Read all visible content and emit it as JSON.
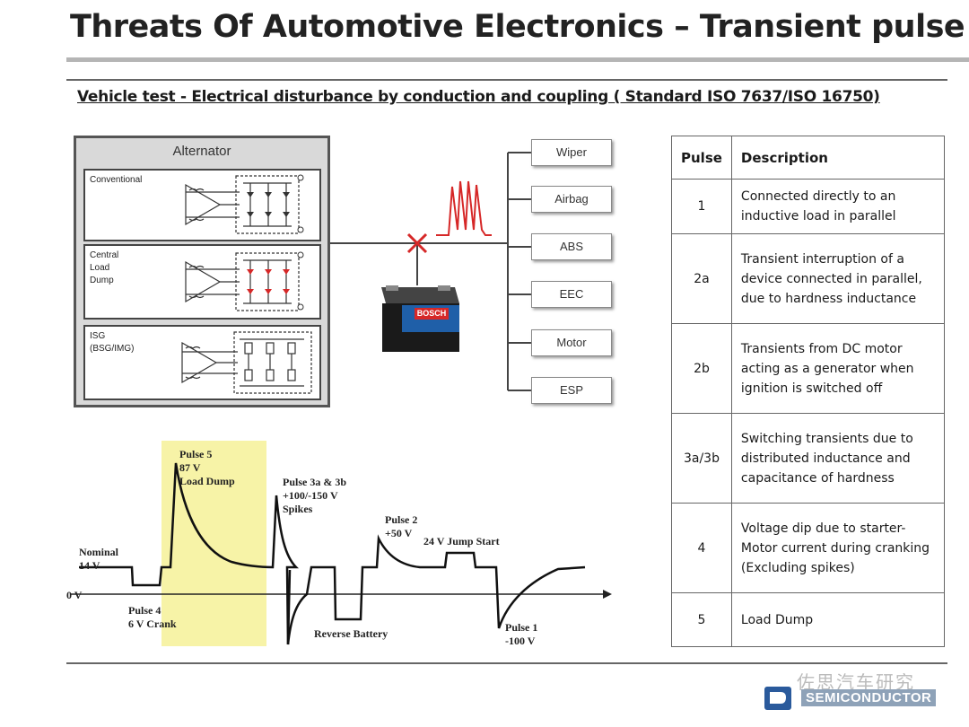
{
  "slide": {
    "title": "Threats Of Automotive Electronics – Transient pulse",
    "subtitle": "Vehicle test - Electrical disturbance by conduction and coupling  ( Standard ISO 7637/ISO 16750)"
  },
  "alternator": {
    "title": "Alternator",
    "panels": [
      {
        "label": "Conventional"
      },
      {
        "label": "Central\nLoad\nDump"
      },
      {
        "label": "ISG\n(BSG/IMG)"
      }
    ]
  },
  "battery_brand": "BOSCH",
  "loads": [
    "Wiper",
    "Airbag",
    "ABS",
    "EEC",
    "Motor",
    "ESP"
  ],
  "table": {
    "headers": {
      "pulse": "Pulse",
      "description": "Description"
    },
    "rows": [
      {
        "pulse": "1",
        "description": "Connected directly to an inductive load in parallel"
      },
      {
        "pulse": "2a",
        "description": "Transient interruption of a device connected in parallel, due to hardness inductance"
      },
      {
        "pulse": "2b",
        "description": "Transients from DC motor acting as a generator when ignition is switched off"
      },
      {
        "pulse": "3a/3b",
        "description": "Switching transients due to distributed inductance and capacitance of hardness"
      },
      {
        "pulse": "4",
        "description": "Voltage dip due to starter-Motor current during cranking (Excluding spikes)"
      },
      {
        "pulse": "5",
        "description": "Load Dump"
      }
    ]
  },
  "waveform": {
    "labels": {
      "pulse5": "Pulse 5\n87 V\nLoad Dump",
      "pulse3": "Pulse 3a & 3b\n+100/-150 V\nSpikes",
      "pulse2": "Pulse 2\n+50 V",
      "jump": "24 V Jump Start",
      "nominal": "Nominal\n14 V",
      "zero": "0 V",
      "pulse4": "Pulse 4\n6 V Crank",
      "reverse": "Reverse Battery",
      "pulse1": "Pulse 1\n-100 V"
    }
  },
  "watermark": {
    "cn_text": "佐思汽车研究",
    "company": "SEMICONDUCTOR"
  },
  "colors": {
    "highlight": "#f7f3a7",
    "spike": "#d62828",
    "battery_blue": "#1f5fa8"
  }
}
